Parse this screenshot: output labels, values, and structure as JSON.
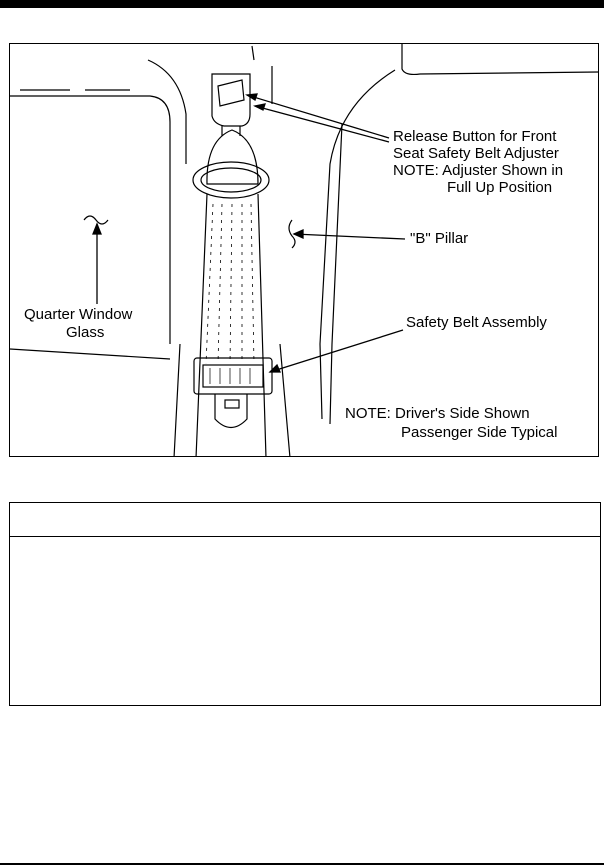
{
  "figure": {
    "callouts": {
      "release_button_line1": "Release Button for Front",
      "release_button_line2": "Seat Safety Belt Adjuster",
      "release_button_line3": "NOTE: Adjuster Shown in",
      "release_button_line4": "Full Up Position",
      "b_pillar": "\"B\" Pillar",
      "quarter_window_line1": "Quarter Window",
      "quarter_window_line2": "Glass",
      "safety_belt_assembly": "Safety Belt Assembly",
      "note_line1": "NOTE: Driver's Side Shown",
      "note_line2": "Passenger Side Typical"
    }
  },
  "notice": {
    "header": "",
    "body": ""
  }
}
